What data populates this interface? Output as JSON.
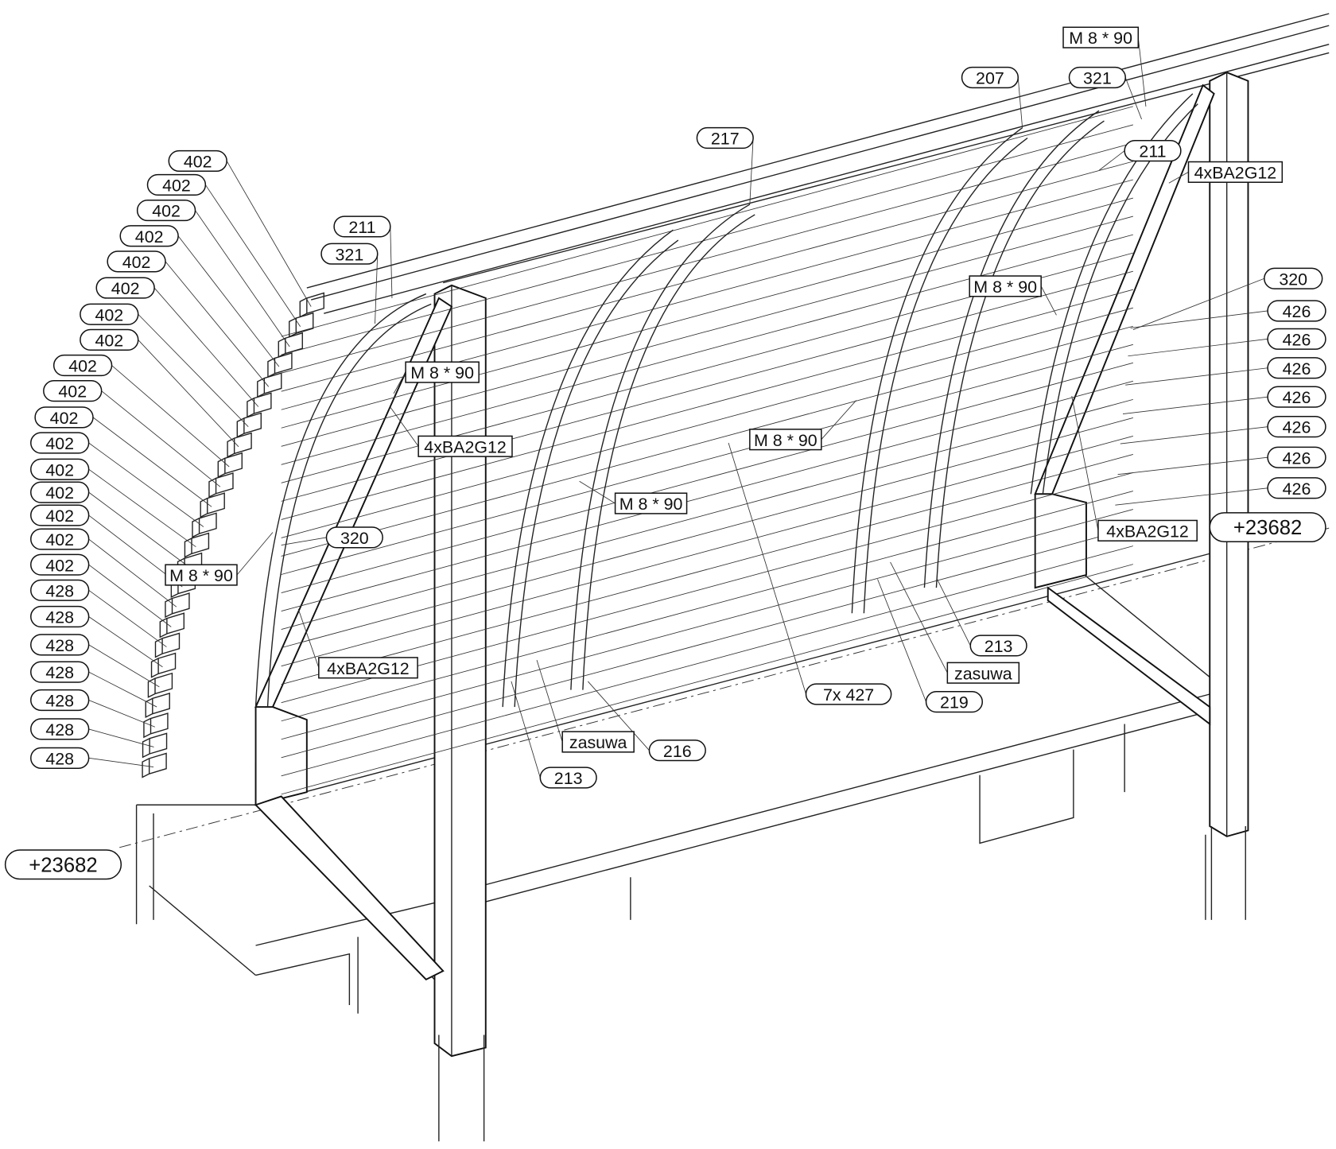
{
  "drawing": {
    "title": "Isometric louvre structure assembly detail",
    "elevation_labels": [
      "+23682",
      "+23682"
    ],
    "part_labels_left": [
      "402",
      "402",
      "402",
      "402",
      "402",
      "402",
      "402",
      "402",
      "402",
      "402",
      "402",
      "402",
      "402",
      "402",
      "402",
      "402",
      "402",
      "428",
      "428",
      "428",
      "428",
      "428",
      "428",
      "428"
    ],
    "part_labels_right": [
      "320",
      "426",
      "426",
      "426",
      "426",
      "426",
      "426",
      "426"
    ],
    "part_labels_other": [
      "211",
      "321",
      "217",
      "207",
      "321",
      "211",
      "320",
      "213",
      "7x 427",
      "219",
      "216",
      "213"
    ],
    "boxed_labels": [
      "M 8 * 90",
      "4xBA2G12",
      "M 8 * 90",
      "M 8 * 90",
      "4xBA2G12",
      "M 8 * 90",
      "M 8 * 90",
      "4xBA2G12",
      "M 8 * 90",
      "4xBA2G12",
      "zasuwa",
      "zasuwa"
    ]
  }
}
